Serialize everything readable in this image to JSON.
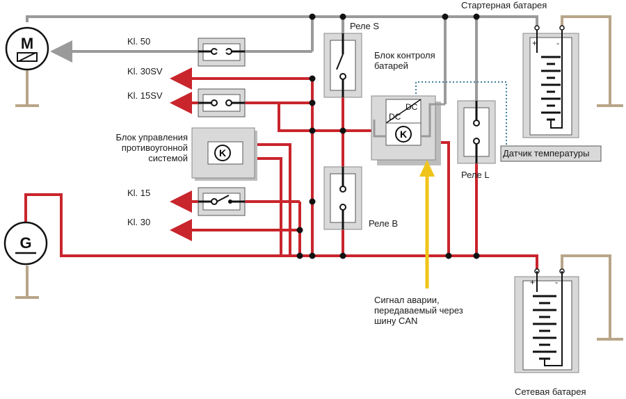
{
  "diagram": {
    "motor_symbol": "M",
    "generator_symbol": "G",
    "relays": {
      "s": "Реле S",
      "b": "Реле B",
      "l": "Реле L"
    },
    "terminals": {
      "kl50": "Kl. 50",
      "kl30sv": "Kl. 30SV",
      "kl15sv": "Kl. 15SV",
      "kl15": "Kl. 15",
      "kl30": "Kl. 30"
    },
    "immobilizer_unit": "Блок управления противоугонной системой",
    "battery_control_unit": "Блок контроля батарей",
    "dc_label_1": "DC",
    "dc_label_2": "DC",
    "control_unit_symbol": "K",
    "starter_battery": "Стартерная батарея",
    "network_battery": "Сетевая батарея",
    "battery_plus": "+",
    "battery_minus": "-",
    "temperature_sensor": "Датчик температуры",
    "can_signal": "Сигнал аварии, передаваемый через шину CAN",
    "colors": {
      "power_line": "#c9252c",
      "control_line": "#9a9a9a",
      "ground_line": "#b8a589",
      "sensor_line": "#3f7f9a",
      "can_arrow": "#f0c419",
      "component_fill": "#d9d9d9"
    }
  }
}
